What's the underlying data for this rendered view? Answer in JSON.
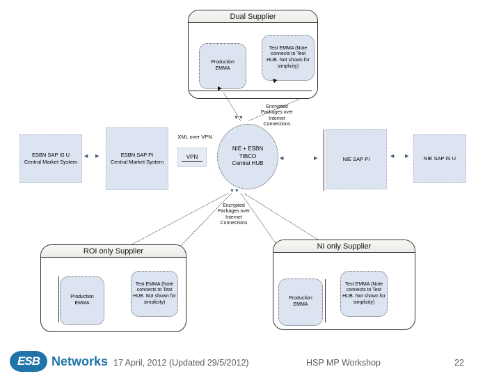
{
  "containers": {
    "dual": {
      "title": "Dual Supplier"
    },
    "roi": {
      "title": "ROI only Supplier"
    },
    "ni": {
      "title": "NI only Supplier"
    }
  },
  "nodes": {
    "production_emma": {
      "label": "Production\nEMMA"
    },
    "test_emma": {
      "label": "Test EMMA (Note\nconnects to Test\nHUB. Not shown for\nsimplicity)"
    },
    "esbn_sap_isu": {
      "label": "ESBN SAP IS U\nCentral Market System"
    },
    "esbn_sap_pi": {
      "label": "ESBN SAP PI\nCentral Market System"
    },
    "nie_sap_pi": {
      "label": "NIE SAP PI"
    },
    "nie_sap_isu": {
      "label": "NIE SAP IS U"
    },
    "hub": {
      "label": "NIE + ESBN\nTIBCO\nCentral HUB"
    },
    "vpn": {
      "label": "VPN"
    }
  },
  "labels": {
    "xml_over_vpn": "XML over VPN",
    "encrypted_top": "Encrypted\nPackages over\nInternet\nConnections",
    "encrypted_bottom": "Encrypted\nPackages over\nInternet\nConnections"
  },
  "footer": {
    "logo_text": "ESB",
    "logo_suffix": "Networks",
    "date": "17 April, 2012 (Updated 29/5/2012)",
    "center": "HSP MP Workshop",
    "page_number": "22"
  },
  "colors": {
    "node_fill": "#dce4f1",
    "logo_blue": "#1f73a8",
    "footer_text": "#5a5a5a",
    "arrow": "#3f5572"
  }
}
